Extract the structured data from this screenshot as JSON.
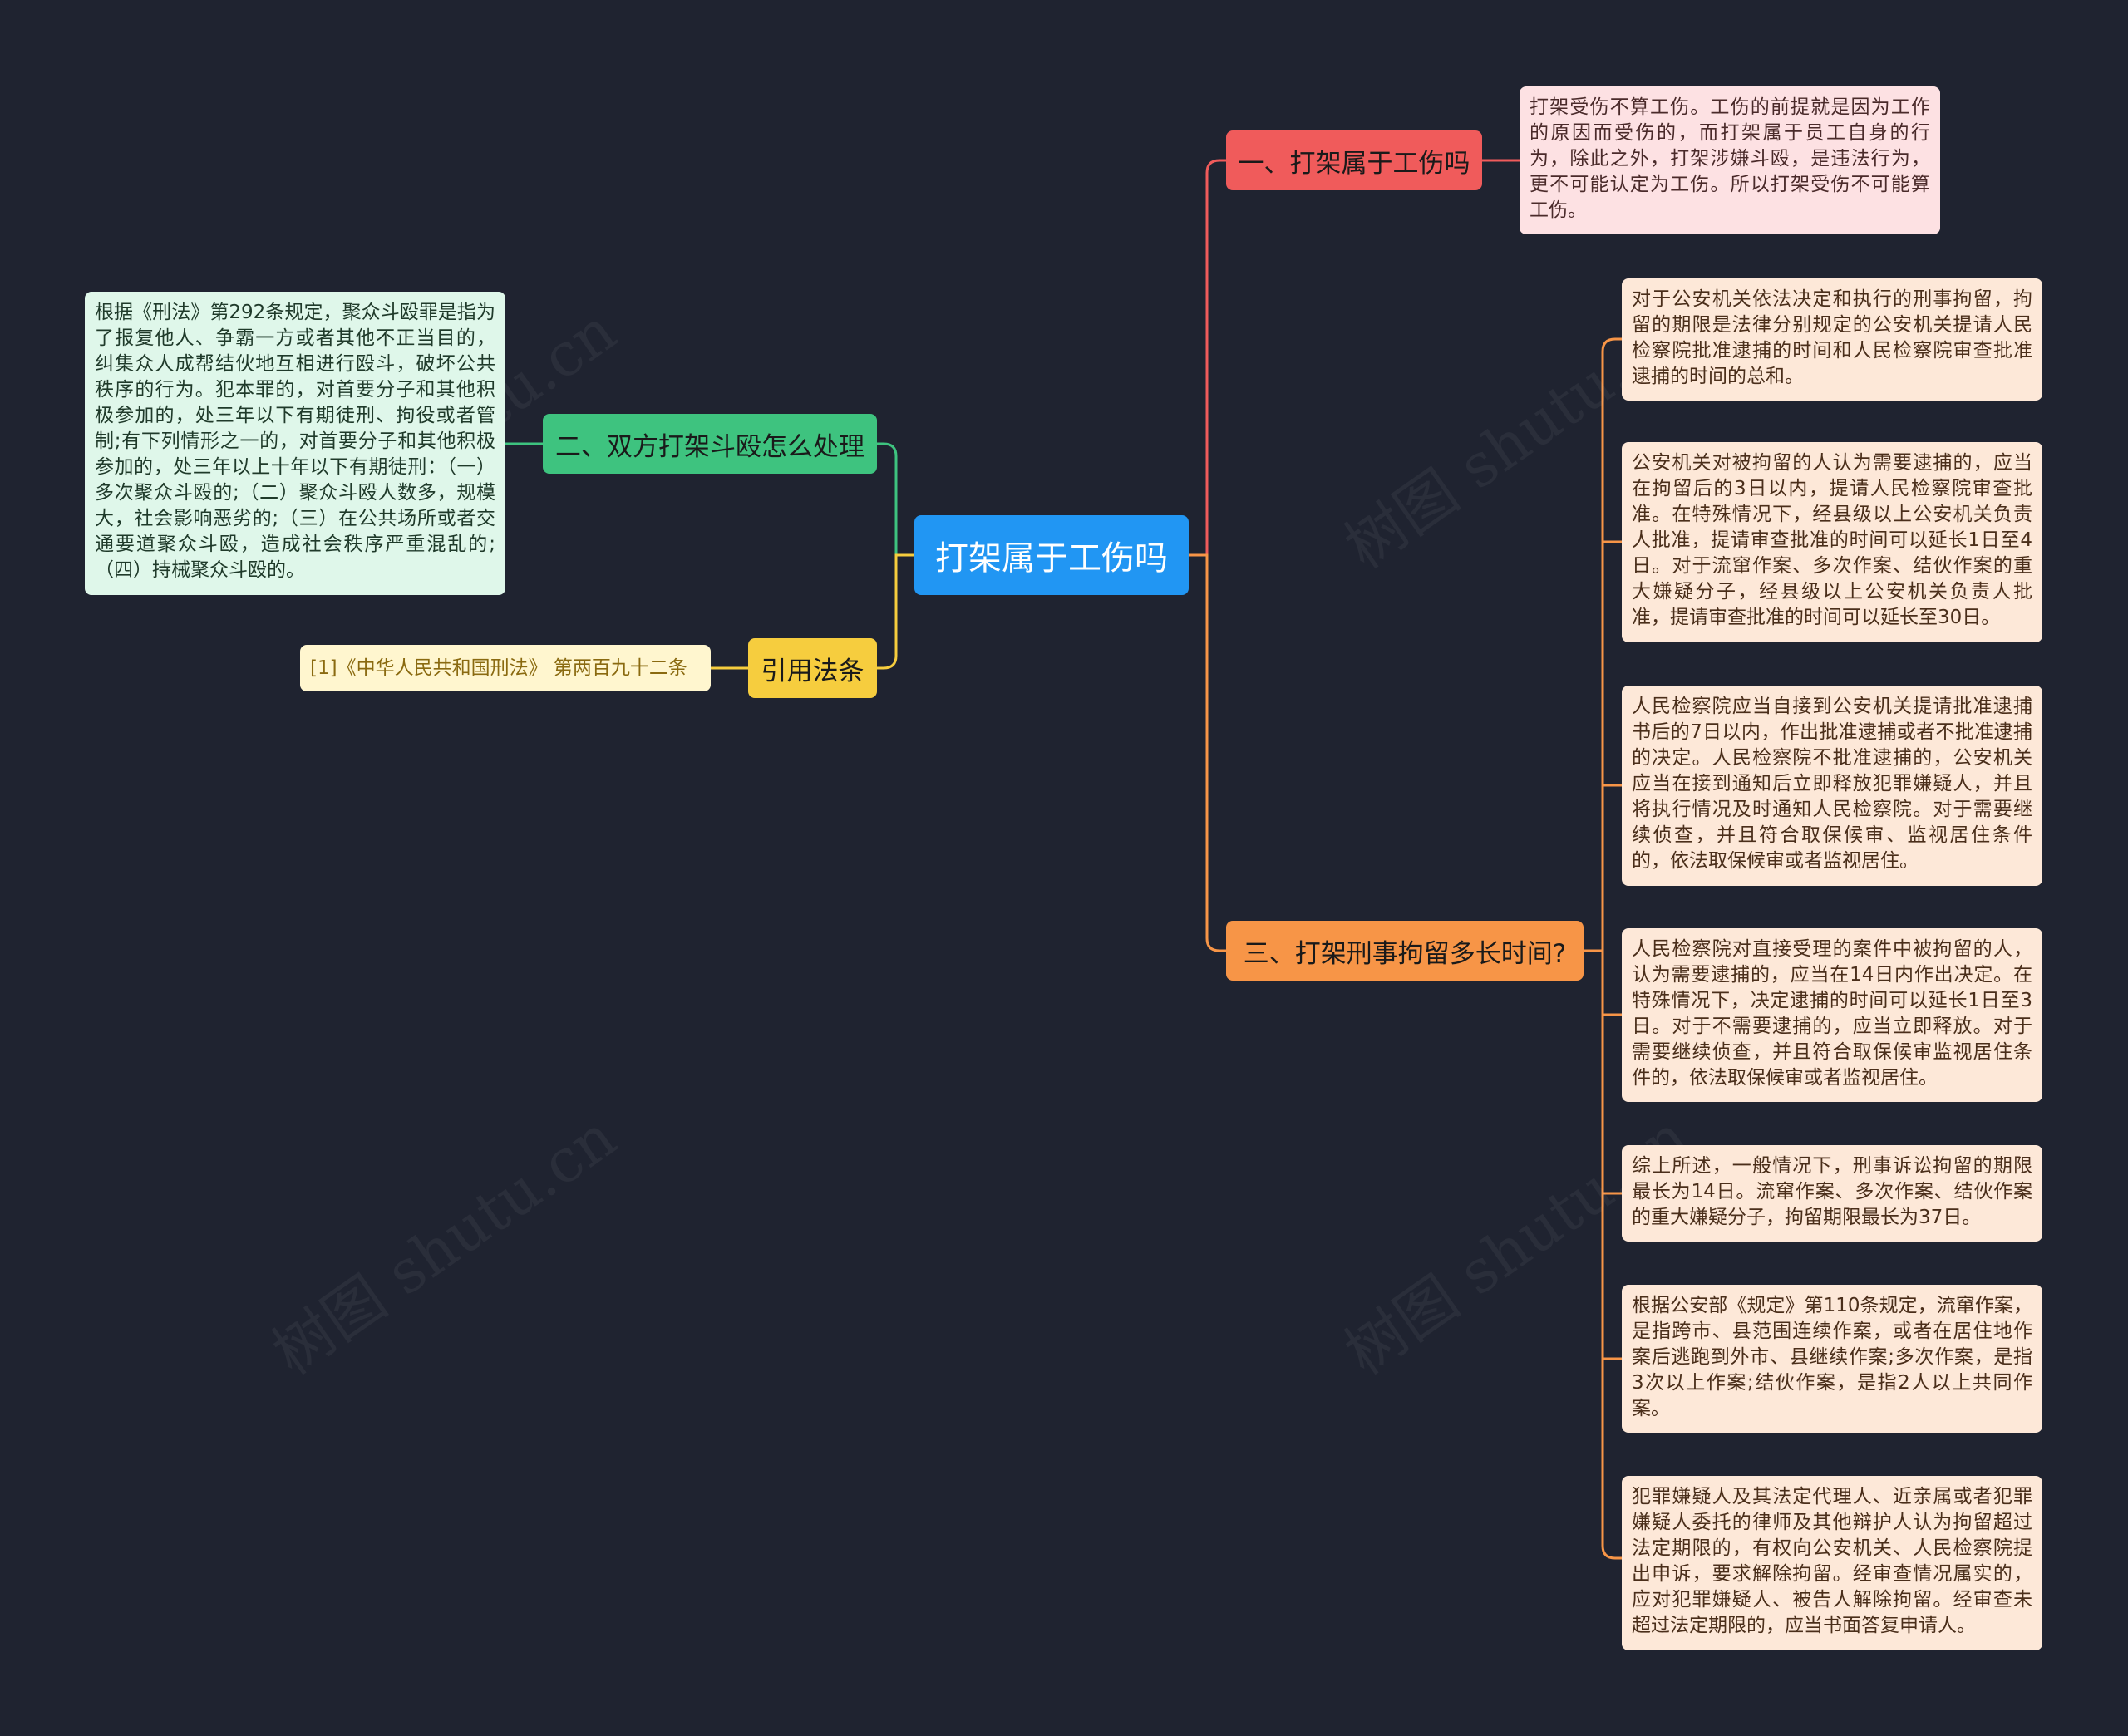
{
  "colors": {
    "background": "#1f2330",
    "center": "#2196f3",
    "branch_red": "#f05b5b",
    "branch_green": "#3ec37f",
    "branch_orange": "#f79547",
    "branch_yellow": "#f6cd3e"
  },
  "center": {
    "label": "打架属于工伤吗"
  },
  "branches": {
    "b1": {
      "label": "一、打架属于工伤吗",
      "leaves": [
        "打架受伤不算工伤。工伤的前提就是因为工作的原因而受伤的，而打架属于员工自身的行为，除此之外，打架涉嫌斗殴，是违法行为，更不可能认定为工伤。所以打架受伤不可能算工伤。"
      ]
    },
    "b2": {
      "label": "二、双方打架斗殴怎么处理",
      "leaves": [
        "根据《刑法》第292条规定，聚众斗殴罪是指为了报复他人、争霸一方或者其他不正当目的，纠集众人成帮结伙地互相进行殴斗，破坏公共秩序的行为。犯本罪的，对首要分子和其他积极参加的，处三年以下有期徒刑、拘役或者管制;有下列情形之一的，对首要分子和其他积极参加的，处三年以上十年以下有期徒刑：（一）多次聚众斗殴的;（二）聚众斗殴人数多，规模大，社会影响恶劣的;（三）在公共场所或者交通要道聚众斗殴，造成社会秩序严重混乱的;（四）持械聚众斗殴的。"
      ]
    },
    "b3": {
      "label": "三、打架刑事拘留多长时间?",
      "leaves": [
        "对于公安机关依法决定和执行的刑事拘留，拘留的期限是法律分别规定的公安机关提请人民检察院批准逮捕的时间和人民检察院审查批准逮捕的时间的总和。",
        "公安机关对被拘留的人认为需要逮捕的，应当在拘留后的3日以内，提请人民检察院审查批准。在特殊情况下，经县级以上公安机关负责人批准，提请审查批准的时间可以延长1日至4日。对于流窜作案、多次作案、结伙作案的重大嫌疑分子，经县级以上公安机关负责人批准，提请审查批准的时间可以延长至30日。",
        "人民检察院应当自接到公安机关提请批准逮捕书后的7日以内，作出批准逮捕或者不批准逮捕的决定。人民检察院不批准逮捕的，公安机关应当在接到通知后立即释放犯罪嫌疑人，并且将执行情况及时通知人民检察院。对于需要继续侦查，并且符合取保候审、监视居住条件的，依法取保候审或者监视居住。",
        "人民检察院对直接受理的案件中被拘留的人，认为需要逮捕的，应当在14日内作出决定。在特殊情况下，决定逮捕的时间可以延长1日至3日。对于不需要逮捕的，应当立即释放。对于需要继续侦查，并且符合取保候审监视居住条件的，依法取保候审或者监视居住。",
        "综上所述，一般情况下，刑事诉讼拘留的期限最长为14日。流窜作案、多次作案、结伙作案的重大嫌疑分子，拘留期限最长为37日。",
        "根据公安部《规定》第110条规定，流窜作案，是指跨市、县范围连续作案，或者在居住地作案后逃跑到外市、县继续作案;多次作案，是指3次以上作案;结伙作案，是指2人以上共同作案。",
        "犯罪嫌疑人及其法定代理人、近亲属或者犯罪嫌疑人委托的律师及其他辩护人认为拘留超过法定期限的，有权向公安机关、人民检察院提出申诉，要求解除拘留。经审查情况属实的，应对犯罪嫌疑人、被告人解除拘留。经审查未超过法定期限的，应当书面答复申请人。"
      ]
    },
    "b4": {
      "label": "引用法条",
      "leaves": [
        "[1]《中华人民共和国刑法》 第两百九十二条"
      ]
    }
  },
  "watermark": "树图 shutu.cn"
}
